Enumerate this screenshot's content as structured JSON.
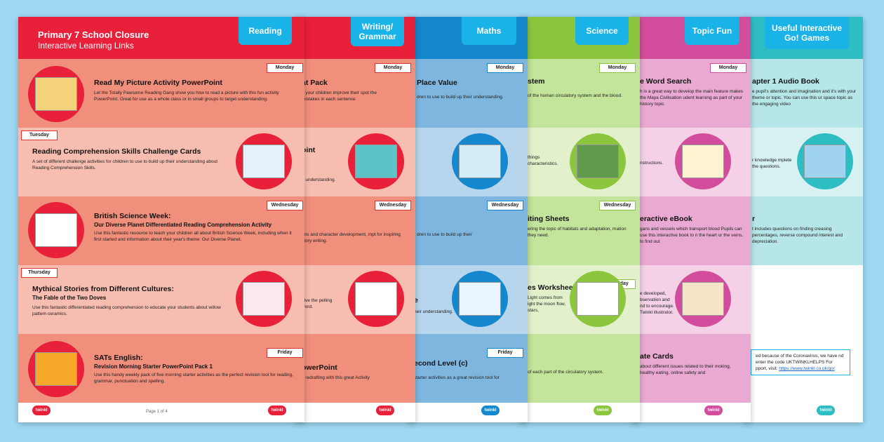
{
  "closure_title": "Primary 7 School Closure",
  "closure_subtitle": "Interactive Learning Links",
  "days": {
    "monday": "Monday",
    "tuesday": "Tuesday",
    "wednesday": "Wednesday",
    "thursday": "Thursday",
    "friday": "Friday"
  },
  "tabs": {
    "reading": "Reading",
    "writing": "Writing/\nGrammar",
    "maths": "Maths",
    "science": "Science",
    "topic": "Topic Fun",
    "games": "Useful Interactive\nGo! Games"
  },
  "reading": {
    "mon_title": "Read My Picture Activity PowerPoint",
    "mon_desc": "Let the Totally Pawsome Reading Gang show you how to read a picture with this fun activity PowerPoint. Great for use as a whole class or in small groups to target understanding.",
    "tue_title": "Reading Comprehension Skills Challenge Cards",
    "tue_desc": "A set of different challenge activities for children to use to build up their understanding about Reading Comprehension Skills.",
    "wed_title": "British Science Week:",
    "wed_sub": "Our Diverse Planet Differentiated Reading Comprehension Activity",
    "wed_desc": "Use this fantastic resource to teach your children all about British Science Week, including when it first started and information about their year's theme: Our Diverse Planet.",
    "thu_title": "Mythical Stories from Different Cultures:",
    "thu_sub": "The Fable of the Two Doves",
    "thu_desc": "Use this fantastic differentiated reading comprehension to educate your students about willow pattern ceramics.",
    "fri_title": "SATs English:",
    "fri_sub": "Revision Morning Starter PowerPoint Pack 1",
    "fri_desc": "Use this handy weekly pack of five morning starter activities as the perfect revision tool for reading, grammar, punctuation and spelling.",
    "page": "Page 1 of 4",
    "brand": "twinkl"
  },
  "writing": {
    "mon_title": "at Pack",
    "mon_desc": "p your children improve their spot the mistakes in each sentence",
    "tue_title": "oint",
    "tue_desc": "ir understanding.",
    "wed_desc": "ens and character development, mpt for inspiring story writing.",
    "thu_desc": "olve the pelling word.",
    "fri_title": "owerPoint",
    "fri_desc": "d redrafting with this great Activity"
  },
  "maths": {
    "mon_title": "Place Value",
    "mon_desc": "dren to use to build up their understanding.",
    "wed_desc": "dren to use to build up their",
    "thu_title": "e",
    "thu_desc": "heir understanding.",
    "fri_title": "econd Level (c)",
    "fri_desc": "starter activities as a great revision tool for"
  },
  "science": {
    "mon_title": "stem",
    "mon_desc": "of the human circulatory system and the blood.",
    "tue_desc": "things characteristics.",
    "wed_title": "iting Sheets",
    "wed_desc": "ering the topic of habitats and adaptation, mation they need.",
    "thu_title": "es Worksheet",
    "thu_desc": "Light comes from ight the moon flow, stars,",
    "fri_desc": "of each part of the circulatory system."
  },
  "topic": {
    "mon_title": "e Word Search",
    "mon_desc": "h is a great way to develop the main feature makes the Maya Civilisation udent learning as part of your history topic",
    "tue_desc": "nstructions.",
    "wed_title": "eractive eBook",
    "wed_desc": "gans and vessels which transport blood Pupils can use this interactive book to n the heart or the veins, to find out",
    "thu_desc": "e developed, bservation and nd to encourage. Twinkl illustrator.",
    "fri_title": "ate Cards",
    "fri_desc": "about different issues related to their moking, healthy eating, online safety and"
  },
  "games": {
    "mon_title": "apter 1 Audio Book",
    "mon_desc": "e pupil's attention and imagination and it's with your theme or topic. You can use this ur space topic as the engaging video",
    "tue_desc": "r knowledge mplete the questions.",
    "wed_title": "r",
    "wed_desc": "t includes questions on finding creasing percentages, reverse compound interest and depreciation.",
    "note_text": "ed because of the Coronavirus, we have nd enter the code UKTWINKLHELPS For pport, visit:",
    "note_link": "https://www.twinkl.co.uk/go/"
  },
  "colors": {
    "red": "#e8203a",
    "orange": "#f08f7c",
    "blue": "#1587cd",
    "green": "#8cc63f",
    "magenta": "#d24d9c",
    "teal": "#2fbdc4",
    "tab": "#19b3e8"
  }
}
